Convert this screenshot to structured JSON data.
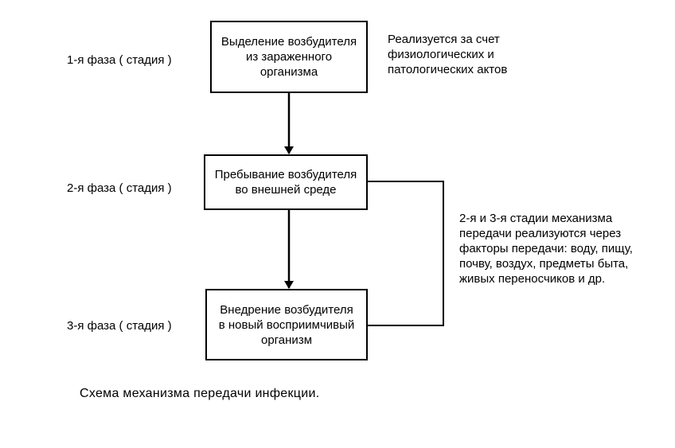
{
  "phases": [
    {
      "label": "1-я фаза ( стадия )"
    },
    {
      "label": "2-я фаза ( стадия )"
    },
    {
      "label": "3-я фаза ( стадия )"
    }
  ],
  "boxes": [
    {
      "lines": [
        "Выделение возбудителя",
        "из зараженного",
        "организма"
      ]
    },
    {
      "lines": [
        "Пребывание возбудителя",
        "во внешней среде"
      ]
    },
    {
      "lines": [
        "Внедрение возбудителя",
        "в новый восприимчивый",
        "организм"
      ]
    }
  ],
  "notes": {
    "top": [
      "Реализуется за счет",
      "физиологических и",
      "патологических актов"
    ],
    "right": [
      "2-я и 3-я стадии механизма",
      "передачи реализуются через",
      "факторы передачи: воду, пищу,",
      "почву, воздух, предметы быта,",
      "живых переносчиков и др."
    ]
  },
  "caption": "Схема механизма передачи инфекции."
}
